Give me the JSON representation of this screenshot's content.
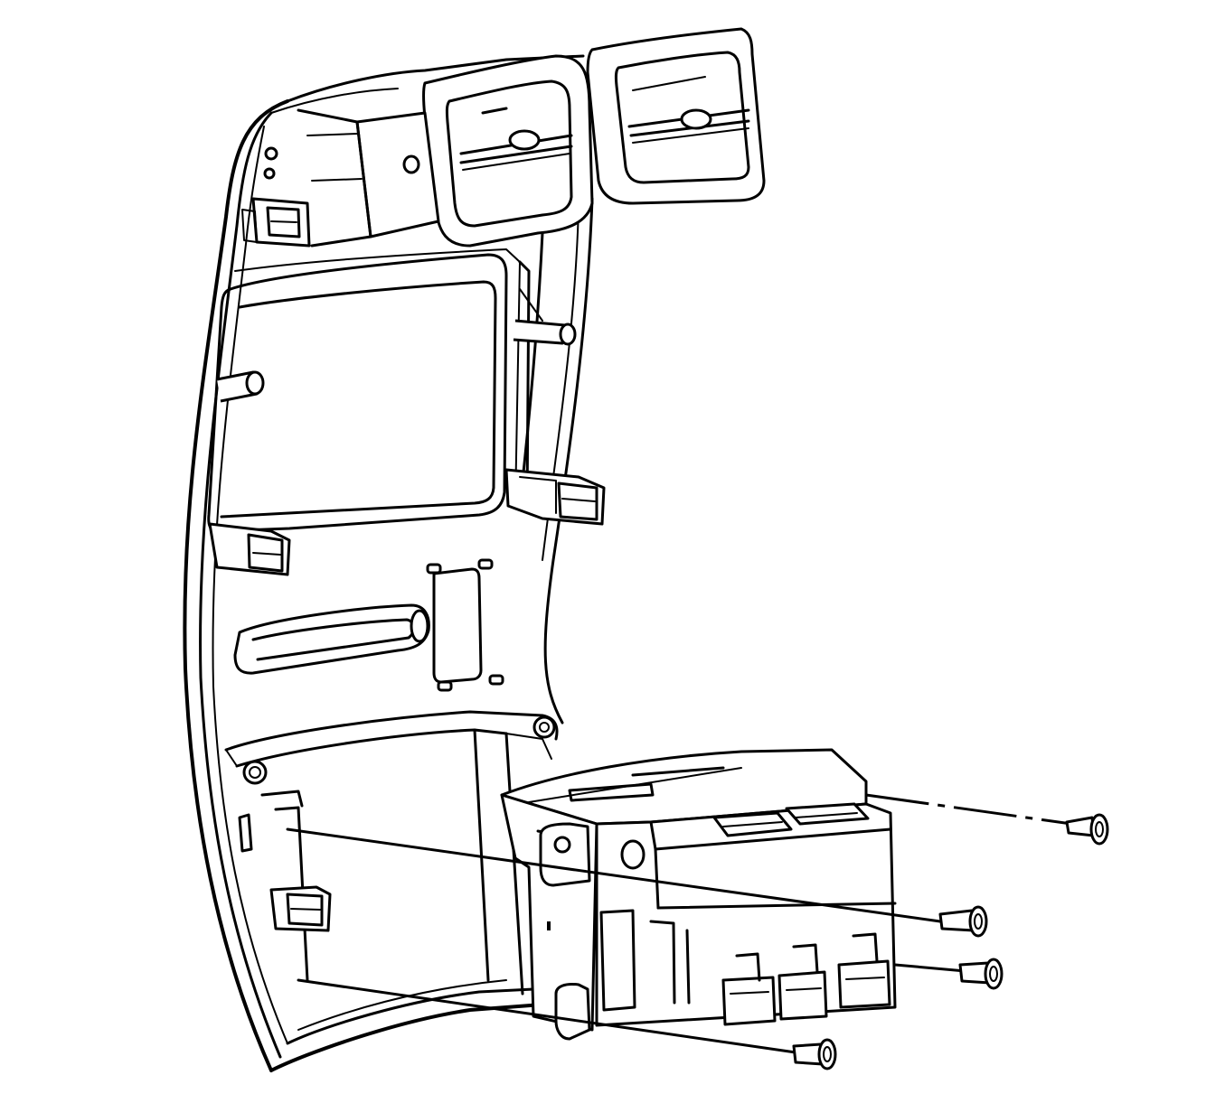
{
  "diagram": {
    "style": "black-and-white line illustration",
    "background_color": "#ffffff",
    "line_color": "#000000",
    "parts": [
      "instrument-panel-trim-bezel",
      "air-outlet-left",
      "air-outlet-right",
      "upper-display-opening",
      "lower-control-module",
      "fastener-screws"
    ],
    "screw_count": 4,
    "text_labels": []
  }
}
